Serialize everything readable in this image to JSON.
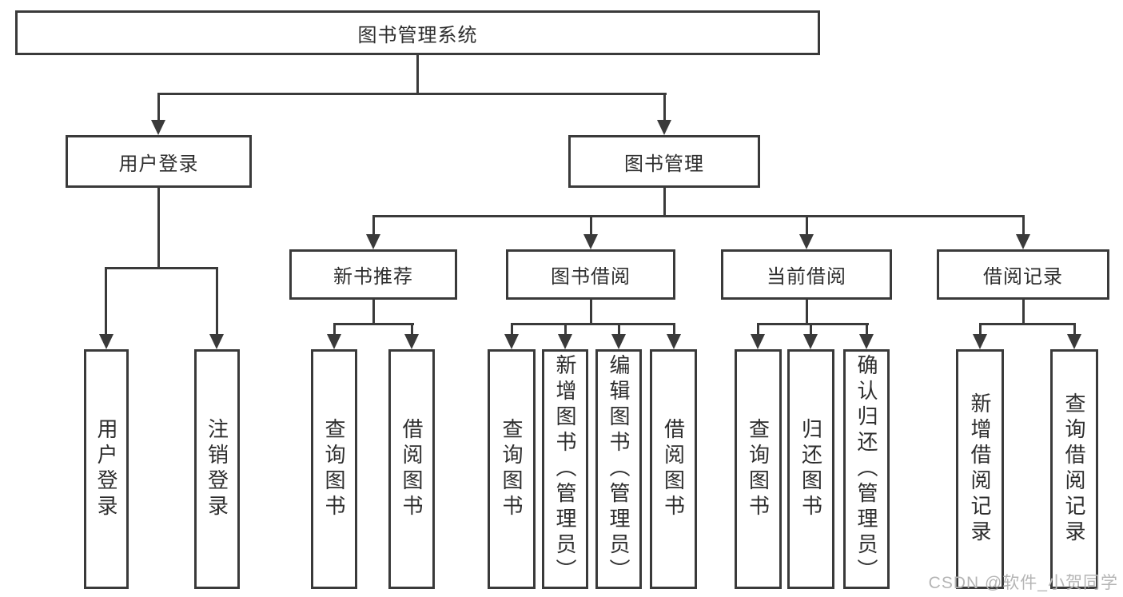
{
  "meta": {
    "type": "hierarchy-diagram"
  },
  "colors": {
    "line": "#3a3a3a",
    "text": "#2e2e2e",
    "watermark": "#b5b5b5",
    "bg": "#ffffff"
  },
  "tree": {
    "label": "图书管理系统",
    "children": [
      {
        "label": "用户登录",
        "children": [
          {
            "label": "用户登录"
          },
          {
            "label": "注销登录"
          }
        ]
      },
      {
        "label": "图书管理",
        "children": [
          {
            "label": "新书推荐",
            "children": [
              {
                "label": "查询图书"
              },
              {
                "label": "借阅图书"
              }
            ]
          },
          {
            "label": "图书借阅",
            "children": [
              {
                "label": "查询图书"
              },
              {
                "label": "新增图书（管理员）"
              },
              {
                "label": "编辑图书（管理员）"
              },
              {
                "label": "借阅图书"
              }
            ]
          },
          {
            "label": "当前借阅",
            "children": [
              {
                "label": "查询图书"
              },
              {
                "label": "归还图书"
              },
              {
                "label": "确认归还（管理员）"
              }
            ]
          },
          {
            "label": "借阅记录",
            "children": [
              {
                "label": "新增借阅记录"
              },
              {
                "label": "查询借阅记录"
              }
            ]
          }
        ]
      }
    ]
  },
  "watermark": {
    "text": "CSDN @软件_小贺同学"
  }
}
